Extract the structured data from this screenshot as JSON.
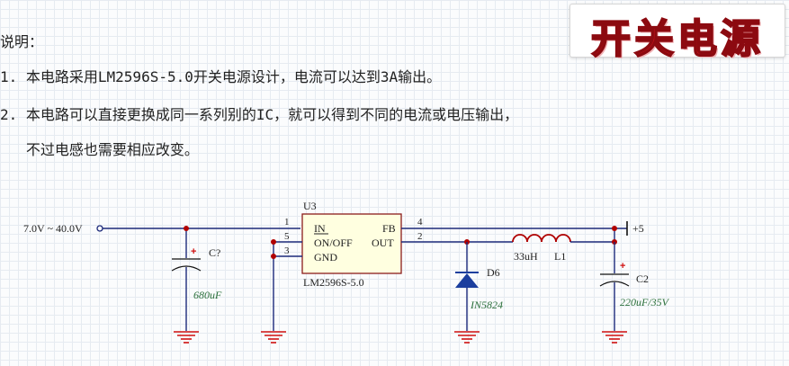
{
  "header": {
    "label": "说明：",
    "notes": [
      "1. 本电路采用LM2596S-5.0开关电源设计，电流可以达到3A输出。",
      "2. 本电路可以直接更换成同一系列别的IC，就可以得到不同的电流或电压输出，",
      "   不过电感也需要相应改变。"
    ]
  },
  "badge": {
    "title": "开关电源",
    "color": "#d8101a"
  },
  "schematic": {
    "input_label": "7.0V ~ 40.0V",
    "output_label": "+5",
    "ic": {
      "ref": "U3",
      "part": "LM2596S-5.0",
      "pins": {
        "in": "IN",
        "on_off": "ON/OFF",
        "gnd": "GND",
        "fb": "FB",
        "out": "OUT"
      },
      "pin_numbers": {
        "in": "1",
        "on_off": "5",
        "gnd": "3",
        "fb": "4",
        "out": "2"
      }
    },
    "c_in": {
      "ref": "C?",
      "value": "680uF"
    },
    "diode": {
      "ref": "D6",
      "value": "IN5824"
    },
    "inductor": {
      "ref": "L1",
      "value": "33uH"
    },
    "c_out": {
      "ref": "C2",
      "value": "220uF/35V"
    },
    "polarity_mark": "+",
    "colors": {
      "wire": "#1c2a7a",
      "ground": "#d01010",
      "junction": "#b00000",
      "diode": "#1c3f9e"
    }
  }
}
